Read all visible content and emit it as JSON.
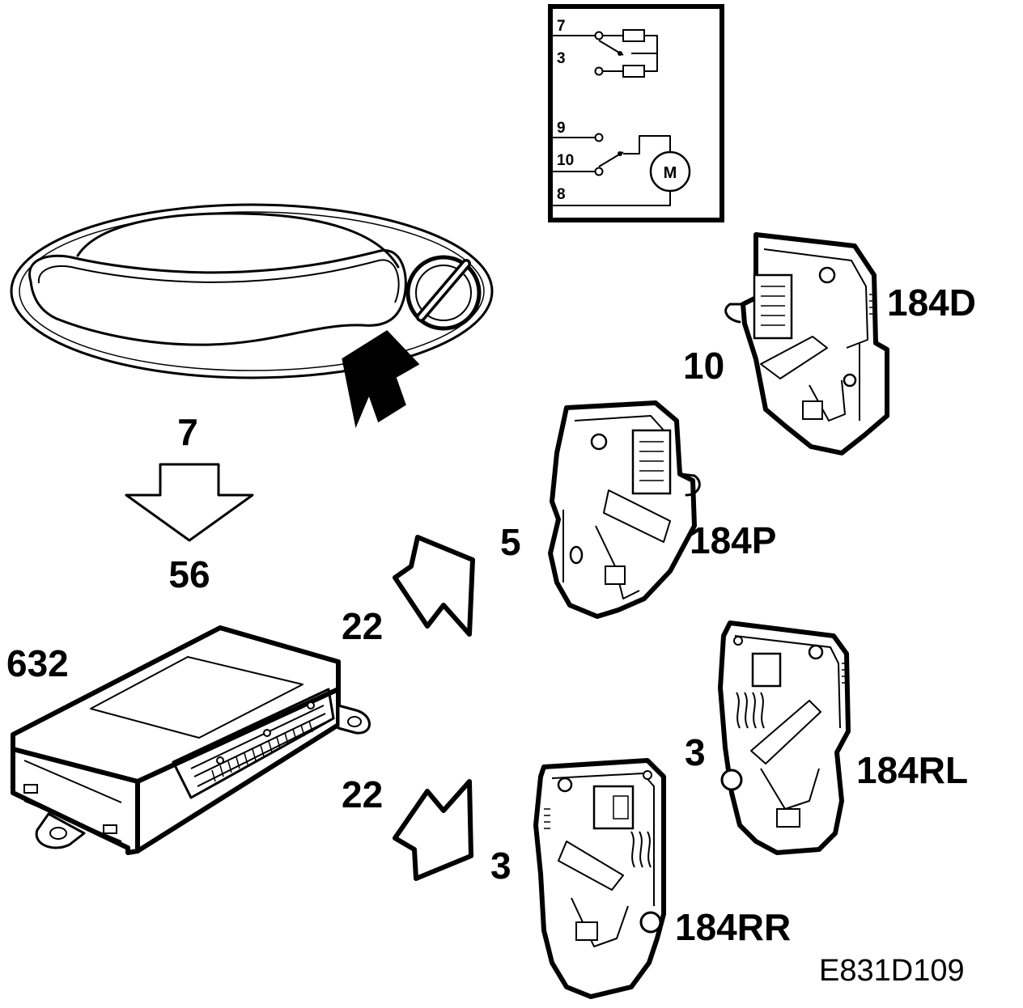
{
  "schematic": {
    "pins": [
      "7",
      "3",
      "9",
      "10",
      "8"
    ],
    "motor_symbol": "M"
  },
  "labels": {
    "handle_pin": "7",
    "handle_code": "56",
    "ecu_id": "632",
    "arrow_upper_code": "22",
    "arrow_lower_code": "22",
    "driver_pin": "10",
    "driver_id": "184D",
    "passenger_pin": "5",
    "passenger_id": "184P",
    "rear_left_pin": "3",
    "rear_left_id": "184RL",
    "rear_right_pin": "3",
    "rear_right_id": "184RR"
  },
  "reference": "E831D109"
}
